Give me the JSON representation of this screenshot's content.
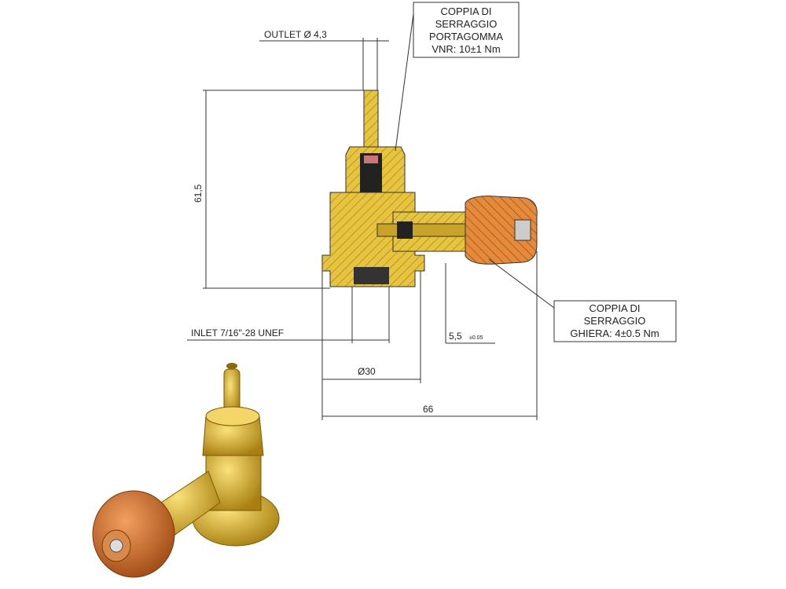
{
  "labels": {
    "outlet": "OUTLET Ø 4,3",
    "height": "61,5",
    "inlet": "INLET 7/16\"-28 UNEF",
    "tolerance_main": "5,5",
    "tolerance_sub": "±0.05",
    "diameter": "Ø30",
    "width": "66"
  },
  "callouts": {
    "vnr": [
      "COPPIA DI",
      "SERRAGGIO",
      "PORTAGOMMA",
      "VNR: 10±1 Nm"
    ],
    "ghiera": [
      "COPPIA DI",
      "SERRAGGIO",
      "GHIERA: 4±0.5 Nm"
    ]
  },
  "colors": {
    "brass": "#d9b23a",
    "orange": "#d8772a",
    "line": "#333333"
  }
}
